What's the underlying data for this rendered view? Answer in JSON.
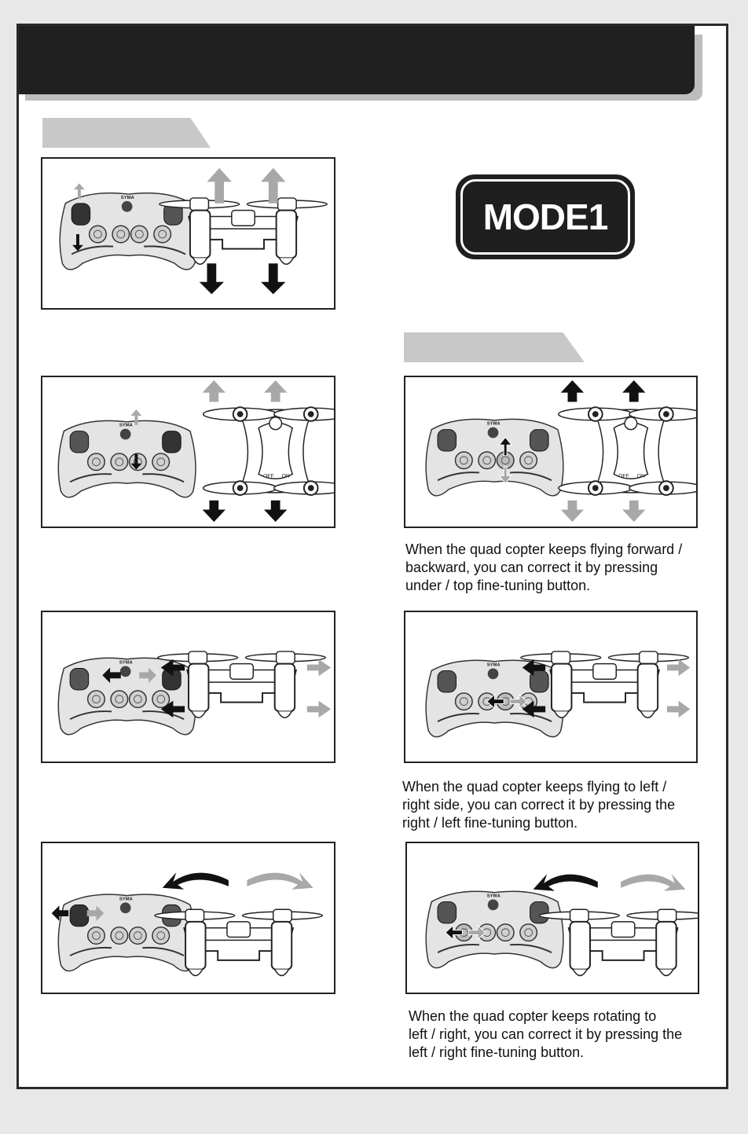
{
  "colors": {
    "header": "#202020",
    "tab": "#c8c8c8",
    "arrow_dark": "#111111",
    "arrow_light": "#a8a8a8",
    "controller": "#e4e4e4"
  },
  "mode_badge": {
    "label": "MODE1"
  },
  "controller": {
    "brand": "SYMA"
  },
  "drone": {
    "switch_off": "OFF",
    "switch_on": "ON"
  },
  "captions": {
    "forward_backward": "When the quad copter keeps flying forward /\nbackward, you can correct it by pressing\nunder / top fine-tuning button.",
    "left_right": "When the quad copter keeps flying to left /\nright side, you can correct it by pressing the\nright / left fine-tuning button.",
    "rotation": "When the quad copter keeps rotating to\nleft / right, you can correct it by pressing the\nleft / right fine-tuning button."
  },
  "panels": [
    {
      "id": "throttle",
      "icon": "throttle-diagram"
    },
    {
      "id": "pitch",
      "icon": "pitch-diagram"
    },
    {
      "id": "pitch-trim",
      "icon": "pitch-trim-diagram"
    },
    {
      "id": "roll",
      "icon": "roll-diagram"
    },
    {
      "id": "roll-trim",
      "icon": "roll-trim-diagram"
    },
    {
      "id": "yaw",
      "icon": "yaw-diagram"
    },
    {
      "id": "yaw-trim",
      "icon": "yaw-trim-diagram"
    }
  ]
}
